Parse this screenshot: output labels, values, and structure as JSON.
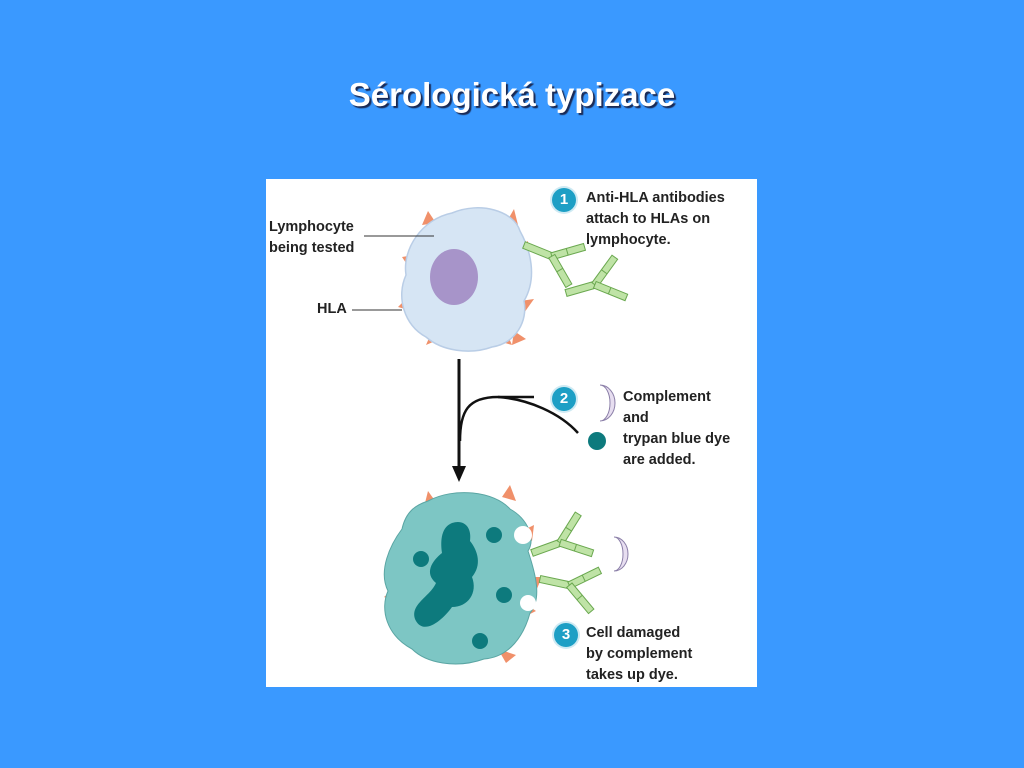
{
  "slide": {
    "title": "Sérologická typizace"
  },
  "diagram": {
    "labels": {
      "lymphocyte": "Lymphocyte\nbeing tested",
      "hla": "HLA"
    },
    "steps": [
      {
        "number": "1",
        "text": "Anti-HLA antibodies\nattach to HLAs on\nlymphocyte."
      },
      {
        "number": "2",
        "text": "Complement\nand\ntrypan blue dye\nare added."
      },
      {
        "number": "3",
        "text": "Cell damaged\nby complement\ntakes up dye."
      }
    ],
    "colors": {
      "background": "#3a99ff",
      "cell_healthy": "#d6e5f4",
      "nucleus_healthy": "#a794c9",
      "cell_damaged": "#7dc6c4",
      "nucleus_damaged": "#0d7a7d",
      "hla": "#f0906a",
      "antibody": "#bfe3a6",
      "complement": "#e7def0",
      "step_badge": "#1d9fc5"
    }
  }
}
